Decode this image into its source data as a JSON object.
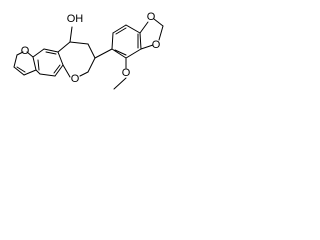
{
  "structure": {
    "atom_labels": {
      "hydroxyl": "OH",
      "furan_oxygen": "O",
      "pyran_oxygen": "O",
      "dioxole_oxygen_top": "O",
      "dioxole_oxygen_bottom": "O",
      "methoxy_oxygen": "O"
    }
  },
  "colors": {
    "bond": "#000000",
    "label": "#000000",
    "background": "#ffffff"
  }
}
